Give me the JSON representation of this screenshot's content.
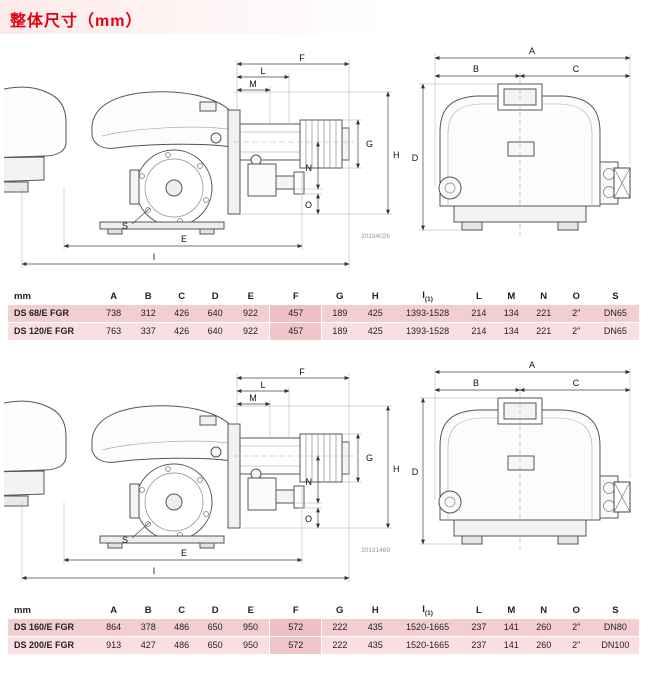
{
  "page": {
    "title": "整体尺寸（mm）"
  },
  "dim_labels": {
    "A": "A",
    "B": "B",
    "C": "C",
    "D": "D",
    "E": "E",
    "F": "F",
    "G": "G",
    "H": "H",
    "I": "I",
    "L": "L",
    "M": "M",
    "N": "N",
    "O": "O",
    "S": "S"
  },
  "table_headers": {
    "unit": "mm",
    "A": "A",
    "B": "B",
    "C": "C",
    "D": "D",
    "E": "E",
    "F": "F",
    "G": "G",
    "H": "H",
    "I": "I",
    "I_sub": "(1)",
    "L": "L",
    "M": "M",
    "N": "N",
    "O": "O",
    "S": "S"
  },
  "sections": [
    {
      "drawing_number": "20134026",
      "table": {
        "rows": [
          {
            "model": "DS 68/E FGR",
            "A": "738",
            "B": "312",
            "C": "426",
            "D": "640",
            "E": "922",
            "F": "457",
            "G": "189",
            "H": "425",
            "I": "1393-1528",
            "L": "214",
            "M": "134",
            "N": "221",
            "O": "2\"",
            "S": "DN65"
          },
          {
            "model": "DS 120/E FGR",
            "A": "763",
            "B": "337",
            "C": "426",
            "D": "640",
            "E": "922",
            "F": "457",
            "G": "189",
            "H": "425",
            "I": "1393-1528",
            "L": "214",
            "M": "134",
            "N": "221",
            "O": "2\"",
            "S": "DN65"
          }
        ]
      }
    },
    {
      "drawing_number": "20131469",
      "table": {
        "rows": [
          {
            "model": "DS 160/E FGR",
            "A": "864",
            "B": "378",
            "C": "486",
            "D": "650",
            "E": "950",
            "F": "572",
            "G": "222",
            "H": "435",
            "I": "1520-1665",
            "L": "237",
            "M": "141",
            "N": "260",
            "O": "2\"",
            "S": "DN80"
          },
          {
            "model": "DS 200/E FGR",
            "A": "913",
            "B": "427",
            "C": "486",
            "D": "650",
            "E": "950",
            "F": "572",
            "G": "222",
            "H": "435",
            "I": "1520-1665",
            "L": "237",
            "M": "141",
            "N": "260",
            "O": "2\"",
            "S": "DN100"
          }
        ]
      }
    }
  ]
}
